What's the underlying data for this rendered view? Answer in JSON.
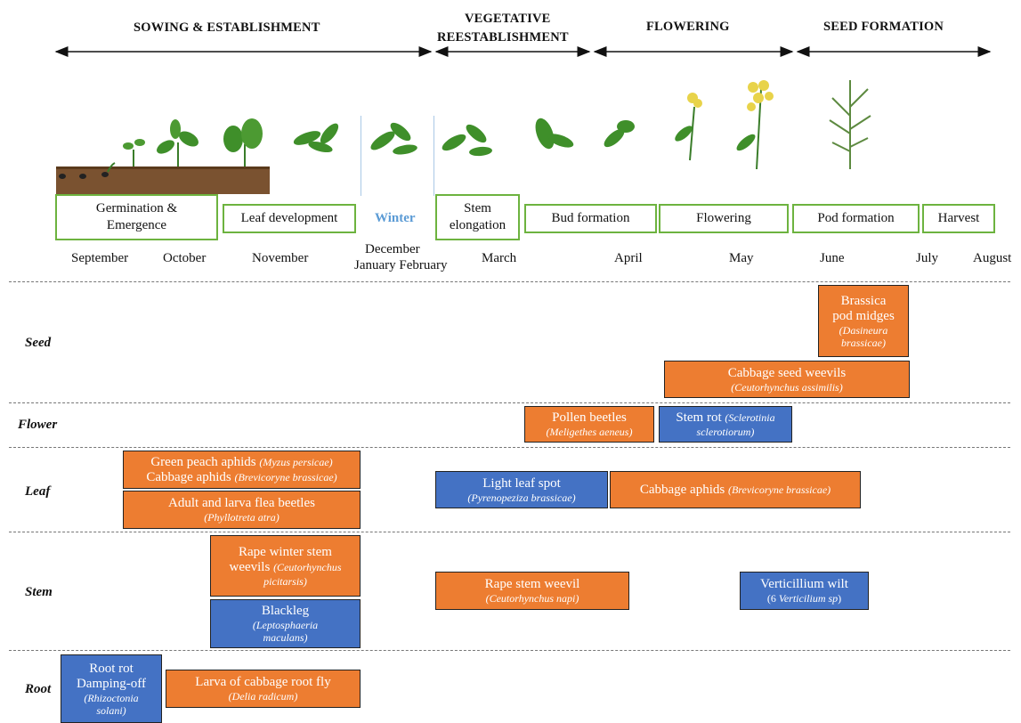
{
  "phases": [
    {
      "label": "SOWING & ESTABLISHMENT"
    },
    {
      "label": "VEGETATIVE"
    },
    {
      "label": "REESTABLISHMENT"
    },
    {
      "label": "FLOWERING"
    },
    {
      "label": "SEED FORMATION"
    }
  ],
  "stages": {
    "germination": "Germination & Emergence",
    "leaf": "Leaf development",
    "winter": "Winter",
    "stem": "Stem elongation",
    "bud": "Bud formation",
    "flowering": "Flowering",
    "pod": "Pod formation",
    "harvest": "Harvest"
  },
  "months": {
    "sep": "September",
    "oct": "October",
    "nov": "November",
    "dec": "December",
    "janfeb": "January February",
    "mar": "March",
    "apr": "April",
    "may": "May",
    "jun": "June",
    "jul": "July",
    "aug": "August"
  },
  "organs": {
    "seed": "Seed",
    "flower": "Flower",
    "leaf": "Leaf",
    "stem": "Stem",
    "root": "Root"
  },
  "pests": {
    "pod_midges": {
      "line1": "Brassica",
      "line2": "pod midges",
      "sci1": "(Dasineura",
      "sci2": "brassicae)"
    },
    "seed_weevils": {
      "name": "Cabbage seed weevils",
      "sci": "(Ceutorhynchus assimilis)"
    },
    "pollen_beetles": {
      "name": "Pollen beetles",
      "sci": "(Meligethes aeneus)"
    },
    "stem_rot": {
      "name": "Stem rot",
      "sci_a": "(Sclerotinia",
      "sci_b": "sclerotiorum)"
    },
    "green_aphids": {
      "name": "Green peach aphids",
      "sci": "(Myzus persicae)"
    },
    "cabbage_aphids_early": {
      "name": "Cabbage aphids",
      "sci": "(Brevicoryne brassicae)"
    },
    "flea_beetles": {
      "name": "Adult and larva flea beetles",
      "sci": "(Phyllotreta atra)"
    },
    "light_leaf_spot": {
      "name": "Light leaf spot",
      "sci": "(Pyrenopeziza brassicae)"
    },
    "cabbage_aphids_late": {
      "name": "Cabbage aphids",
      "sci": "(Brevicoryne brassicae)"
    },
    "winter_weevils": {
      "line1": "Rape winter stem",
      "line2a": "weevils",
      "sci1": "(Ceutorhynchus",
      "sci2": "picitarsis)"
    },
    "blackleg": {
      "name": "Blackleg",
      "sci1": "(Leptosphaeria",
      "sci2": "maculans)"
    },
    "stem_weevil": {
      "name": "Rape stem weevil",
      "sci": "(Ceutorhynchus napi)"
    },
    "verticillium": {
      "name": "Verticillium wilt",
      "sci_pre": "(6 ",
      "sci": "Verticilium sp",
      "sci_post": ")"
    },
    "root_rot": {
      "line1": "Root rot",
      "line2": "Damping-off",
      "sci1": "(Rhizoctonia",
      "sci2": "solani)"
    },
    "root_fly": {
      "name": "Larva of cabbage root fly",
      "sci": "(Delia radicum)"
    }
  },
  "colors": {
    "insect": "#ed7d31",
    "disease": "#4472c4",
    "stage_border": "#6db33f",
    "winter": "#5b9bd5"
  }
}
